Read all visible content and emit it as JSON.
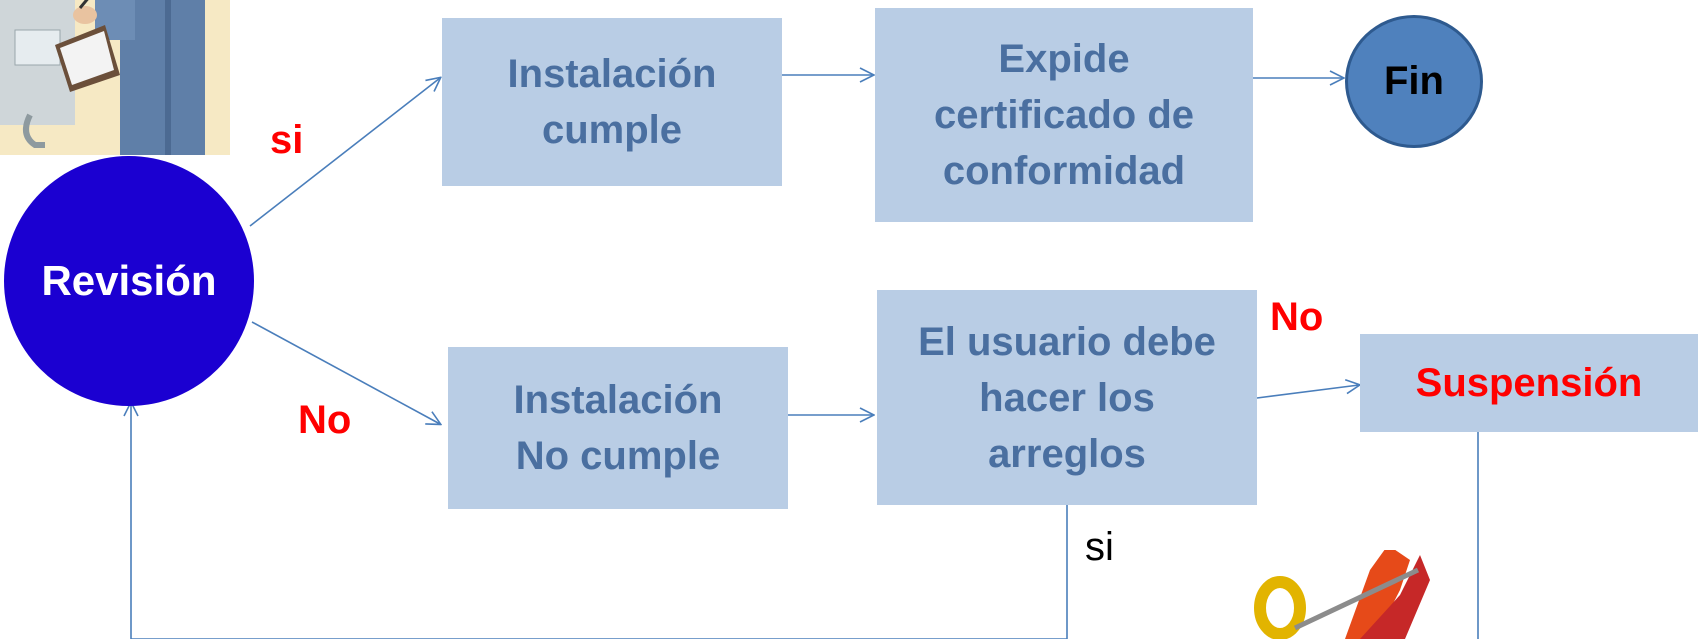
{
  "nodes": {
    "revision": "Revisión",
    "cumple": "Instalación cumple",
    "expide": "Expide certificado de conformidad",
    "fin": "Fin",
    "no_cumple": [
      "Instalación",
      "No cumple"
    ],
    "usuario": "El usuario debe hacer los arreglos",
    "suspension": "Suspensión"
  },
  "edge_labels": {
    "si_top": "si",
    "no_left": "No",
    "no_right": "No",
    "si_bottom": "si"
  },
  "colors": {
    "box_fill": "#b9cde5",
    "box_text": "#4a6fa0",
    "revision_circle": "#1b00d1",
    "fin_circle": "#4f81bd",
    "connector": "#4a7ebb",
    "decision_label": "#ff0000"
  }
}
